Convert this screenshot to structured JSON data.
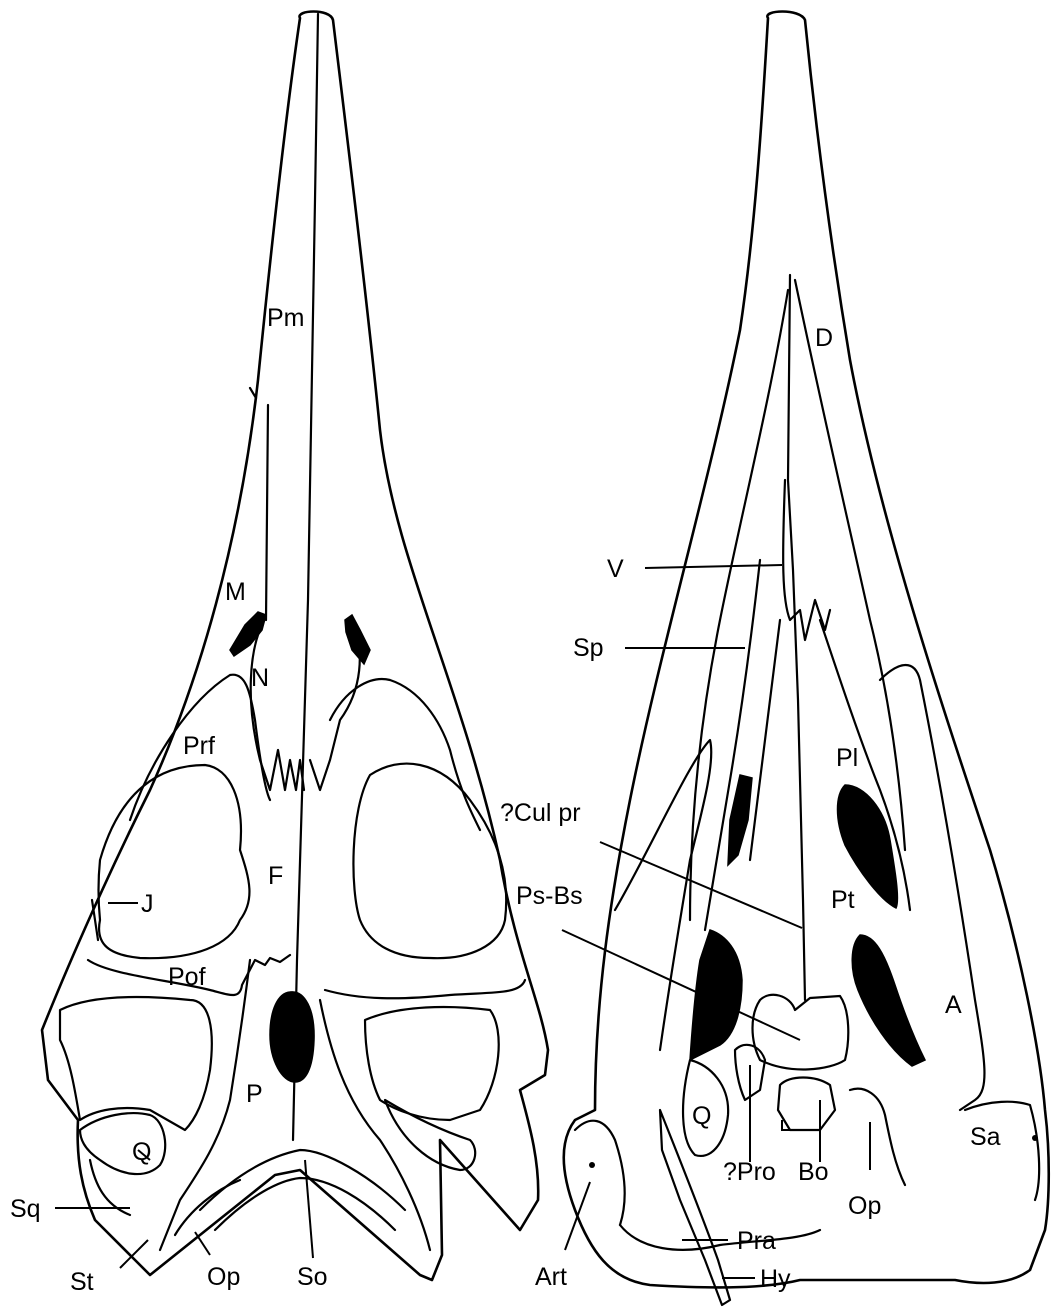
{
  "figure": {
    "dorsal_view": {
      "labels": [
        "Pm",
        "M",
        "N",
        "Prf",
        "F",
        "J",
        "Pof",
        "P",
        "Q",
        "Sq",
        "St",
        "Op",
        "So"
      ]
    },
    "ventral_view": {
      "labels": [
        "D",
        "V",
        "Sp",
        "Pl",
        "?Cul pr",
        "Ps-Bs",
        "Pt",
        "A",
        "Q",
        "?Pro",
        "Bo",
        "Op",
        "Sa",
        "Art",
        "Pra",
        "Hy"
      ]
    }
  }
}
